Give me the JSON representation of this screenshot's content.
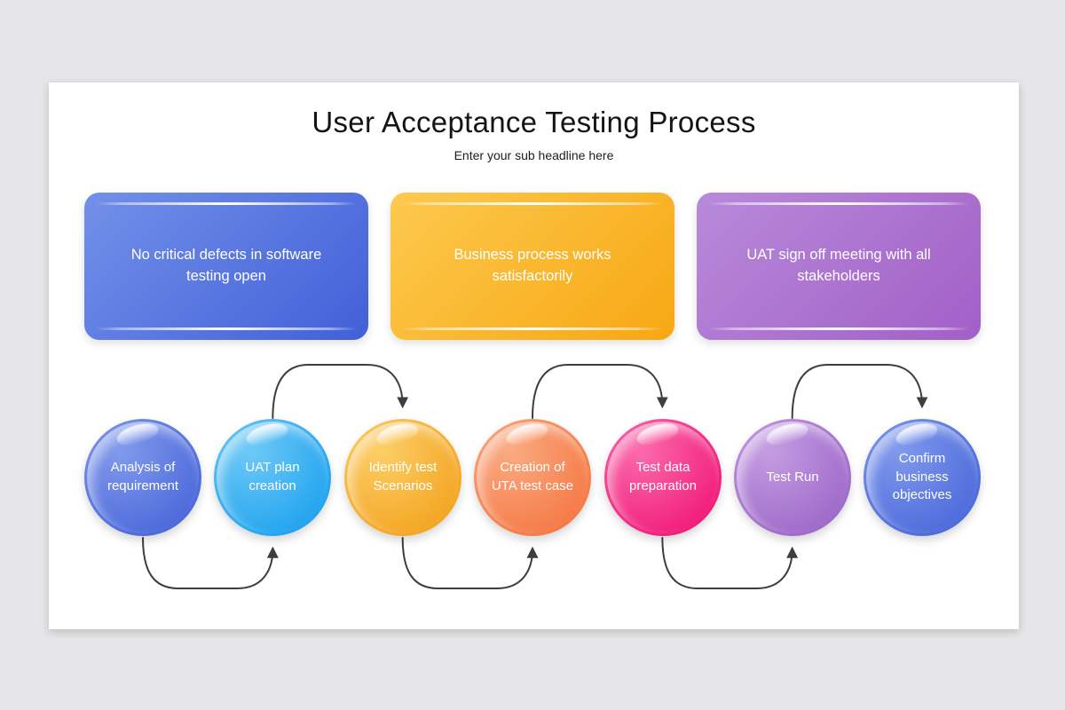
{
  "page": {
    "background": "#e6e5e7"
  },
  "slide": {
    "title": "User Acceptance Testing Process",
    "subtitle": "Enter your sub headline here"
  },
  "cards": [
    {
      "label": "No critical defects in software testing open",
      "color_light": "#7390e9",
      "color_dark": "#4160d8"
    },
    {
      "label": "Business process works satisfactorily",
      "color_light": "#fdc94e",
      "color_dark": "#f7a713"
    },
    {
      "label": "UAT sign off meeting with all stakeholders",
      "color_light": "#b88ada",
      "color_dark": "#a25fc7"
    }
  ],
  "steps": [
    {
      "label": "Analysis of requirement",
      "color_light": "#809aec",
      "color_dark": "#4663d8"
    },
    {
      "label": "UAT plan creation",
      "color_light": "#6ec9f7",
      "color_dark": "#189fee"
    },
    {
      "label": "Identify test Scenarios",
      "color_light": "#fcce66",
      "color_dark": "#f3a01a"
    },
    {
      "label": "Creation of UTA test case",
      "color_light": "#fbaa81",
      "color_dark": "#f4743f"
    },
    {
      "label": "Test data preparation",
      "color_light": "#fb6aac",
      "color_dark": "#f01375"
    },
    {
      "label": "Test Run",
      "color_light": "#c49ce2",
      "color_dark": "#9a63c6"
    },
    {
      "label": "Confirm business objectives",
      "color_light": "#7f99ec",
      "color_dark": "#4765d9"
    }
  ],
  "arrows": {
    "color": "#3e3e3e",
    "connections": [
      {
        "from": 0,
        "to": 1,
        "via": "bottom"
      },
      {
        "from": 1,
        "to": 2,
        "via": "top"
      },
      {
        "from": 2,
        "to": 3,
        "via": "bottom"
      },
      {
        "from": 3,
        "to": 4,
        "via": "top"
      },
      {
        "from": 4,
        "to": 5,
        "via": "bottom"
      },
      {
        "from": 5,
        "to": 6,
        "via": "top"
      }
    ]
  }
}
